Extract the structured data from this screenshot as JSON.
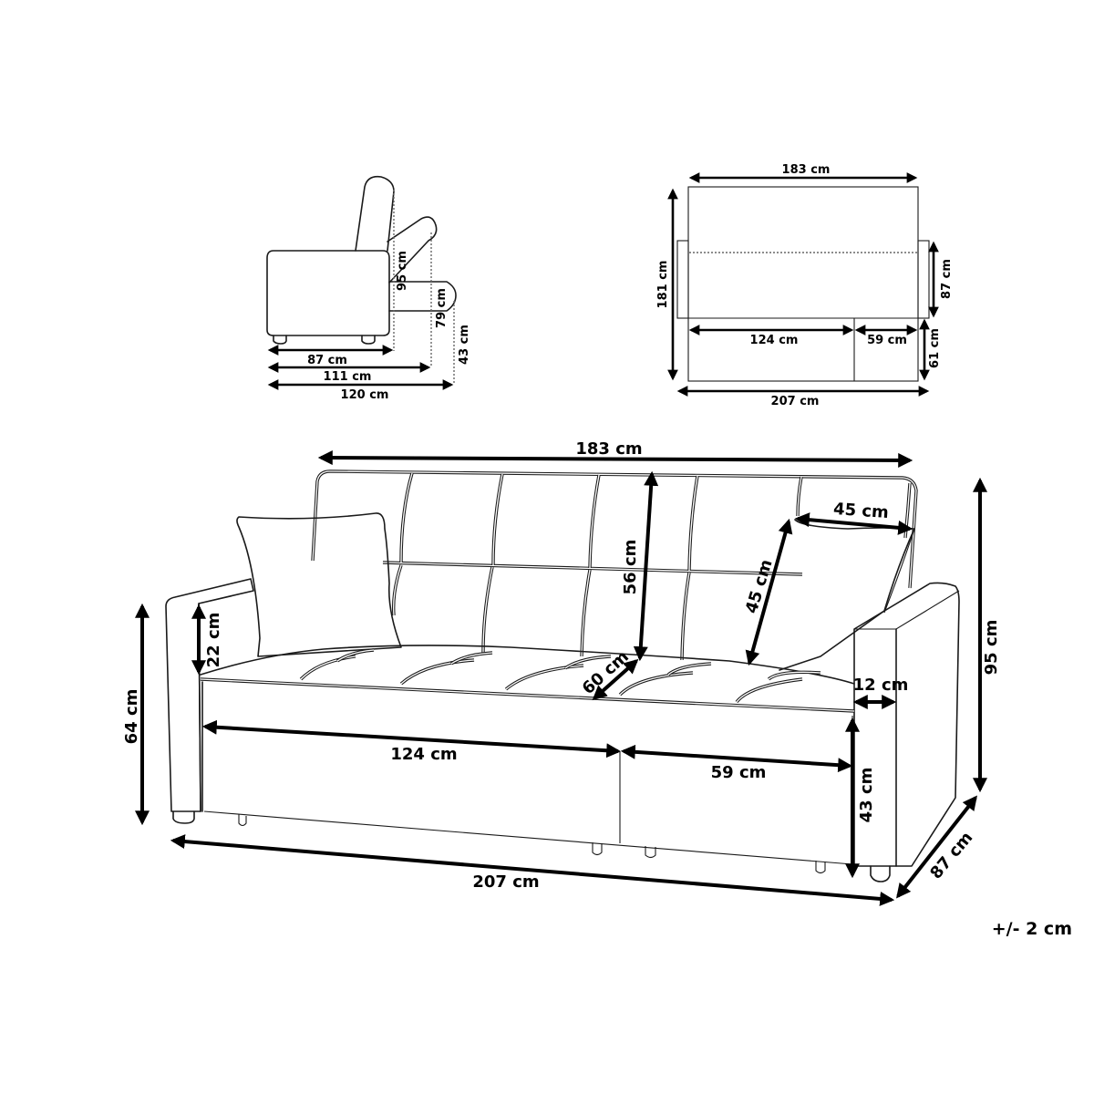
{
  "side_view": {
    "labels": {
      "depth_seated": "87 cm",
      "depth_reclined": "111 cm",
      "depth_bed": "120 cm",
      "backrest_height": "95 cm",
      "reclined_height": "79 cm",
      "bed_height": "43 cm"
    }
  },
  "top_view": {
    "labels": {
      "backrest_width": "183 cm",
      "bed_length": "181 cm",
      "seat_depth": "87 cm",
      "main_section": "124 cm",
      "side_section": "59 cm",
      "extension_depth": "61 cm",
      "overall_width": "207 cm"
    }
  },
  "front_view": {
    "labels": {
      "backrest_width": "183 cm",
      "backrest_height": "56 cm",
      "cushion_width": "45 cm",
      "cushion_height": "45 cm",
      "seat_depth": "60 cm",
      "armrest_height_above_seat": "22 cm",
      "arm_height": "64 cm",
      "armrest_width": "12 cm",
      "total_height": "95 cm",
      "main_section": "124 cm",
      "side_section": "59 cm",
      "seat_height": "43 cm",
      "overall_width": "207  cm",
      "overall_depth": "87 cm"
    }
  },
  "tolerance": "+/- 2 cm",
  "colors": {
    "line": "#1a1a1a",
    "dimension": "#000000",
    "background": "#ffffff",
    "guide": "#666666"
  }
}
